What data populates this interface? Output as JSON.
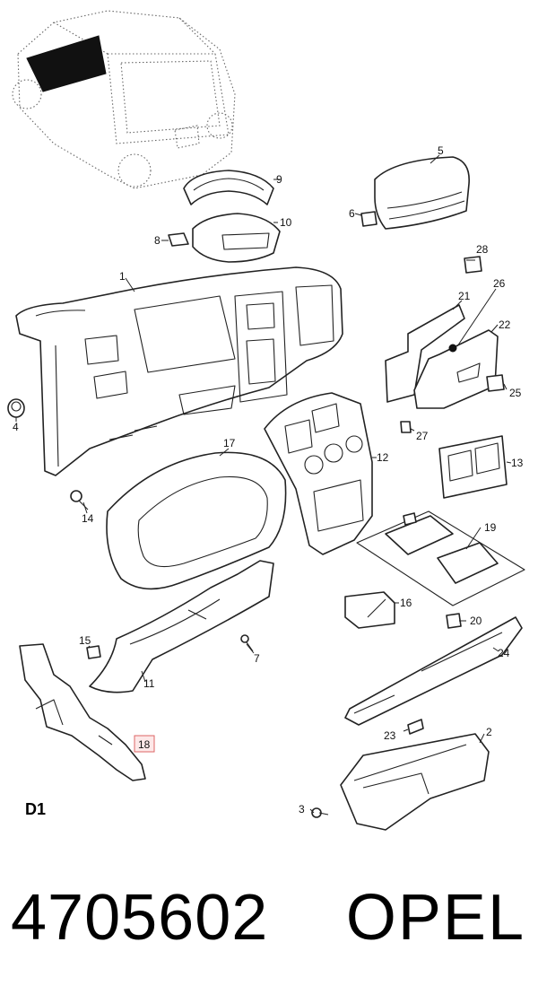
{
  "diagram": {
    "page_code": "D1",
    "highlighted_callout": "18",
    "callouts": {
      "c1": "1",
      "c2": "2",
      "c3": "3",
      "c4": "4",
      "c5": "5",
      "c6": "6",
      "c7": "7",
      "c8": "8",
      "c9": "9",
      "c10": "10",
      "c11": "11",
      "c12": "12",
      "c13": "13",
      "c14": "14",
      "c15": "15",
      "c16": "16",
      "c17": "17",
      "c18": "18",
      "c19": "19",
      "c20": "20",
      "c21": "21",
      "c22": "22",
      "c23": "23",
      "c24": "24",
      "c25": "25",
      "c26": "26",
      "c27": "27",
      "c28": "28"
    }
  },
  "footer": {
    "part_number": "4705602",
    "brand": "OPEL"
  },
  "colors": {
    "line": "#222222",
    "highlight_fill": "#fde8e8",
    "highlight_stroke": "#dd6666"
  }
}
